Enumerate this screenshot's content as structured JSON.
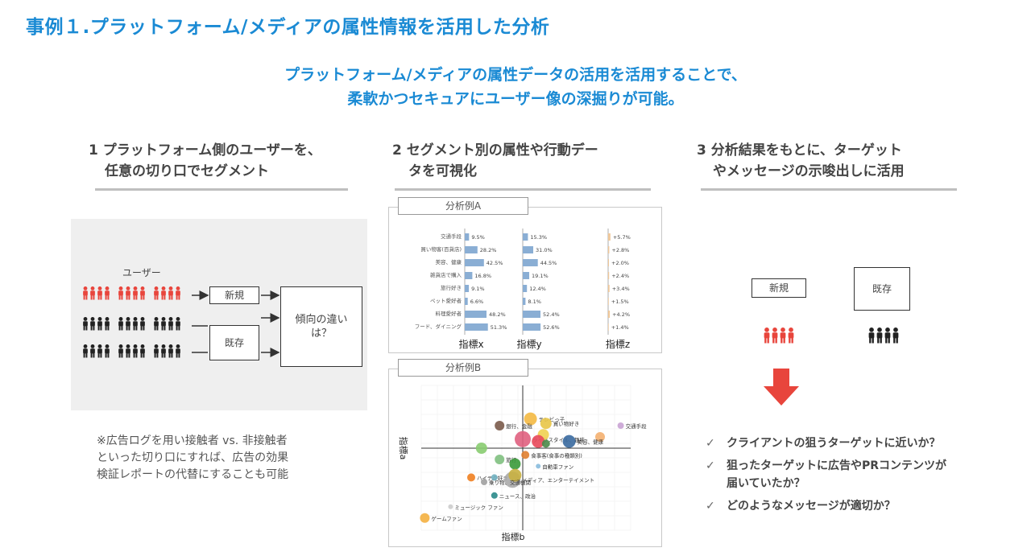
{
  "title": "事例１.プラットフォーム/メディアの属性情報を活用した分析",
  "subtitle_lines": [
    "プラットフォーム/メディアの属性データの活用を活用することで、",
    "柔軟かつセキュアにユーザー像の深掘りが可能。"
  ],
  "columns": [
    {
      "lines": [
        "1 プラットフォーム側のユーザーを、",
        "任意の切り口でセグメント"
      ]
    },
    {
      "lines": [
        "2 セグメント別の属性や行動デー",
        "タを可視化"
      ]
    },
    {
      "lines": [
        "3 分析結果をもとに、ターゲット",
        "やメッセージの示唆出しに活用"
      ]
    }
  ],
  "segment": {
    "user_label": "ユーザー",
    "new_label": "新規",
    "existing_label": "既存",
    "result_label": "傾向の違い\nは？",
    "note": [
      "※広告ログを用い接触者 vs. 非接触者",
      "といった切り口にすれば、広告の効果",
      "検証レポートの代替にすることも可能"
    ],
    "colors": {
      "new": "#e8453c",
      "existing": "#222222"
    }
  },
  "analysis_a": {
    "tag": "分析例A",
    "chart_data": {
      "type": "bar",
      "categories": [
        "交通手段",
        "買い物客(百貨店)",
        "美容、健康",
        "雑貨店で購入",
        "旅行好き",
        "ペット愛好者",
        "料理愛好者",
        "フード、ダイニング"
      ],
      "series": [
        {
          "name": "指標x",
          "values": [
            9.5,
            28.2,
            42.5,
            16.8,
            9.1,
            6.6,
            48.2,
            51.3
          ],
          "labels": [
            "9.5%",
            "28.2%",
            "42.5%",
            "16.8%",
            "9.1%",
            "6.6%",
            "48.2%",
            "51.3%"
          ],
          "color": "#8aaed4"
        },
        {
          "name": "指標y",
          "values": [
            15.3,
            31.0,
            44.5,
            19.1,
            12.4,
            8.1,
            52.4,
            52.6
          ],
          "labels": [
            "15.3%",
            "31.0%",
            "44.5%",
            "19.1%",
            "12.4%",
            "8.1%",
            "52.4%",
            "52.6%"
          ],
          "color": "#8aaed4"
        },
        {
          "name": "指標z",
          "values": [
            5.7,
            2.8,
            2.0,
            2.4,
            3.4,
            1.5,
            4.2,
            1.4
          ],
          "labels": [
            "+5.7%",
            "+2.8%",
            "+2.0%",
            "+2.4%",
            "+3.4%",
            "+1.5%",
            "+4.2%",
            "+1.4%"
          ],
          "color": "#f0c89a"
        }
      ]
    }
  },
  "analysis_b": {
    "tag": "分析例B",
    "chart_data": {
      "type": "scatter",
      "xlabel": "指標b",
      "ylabel": "指標a",
      "grid": true,
      "points": [
        {
          "label": "テレビっ子",
          "x": 0.3,
          "y": 1.3,
          "size": 8,
          "color": "#f4b942"
        },
        {
          "label": "買い物好き",
          "x": 0.9,
          "y": 1.1,
          "size": 7,
          "color": "#e8c547"
        },
        {
          "label": "銀行、金融",
          "x": -0.9,
          "y": 1.0,
          "size": 6,
          "color": "#7a5a4a"
        },
        {
          "label": "交通手段",
          "x": 3.8,
          "y": 1.0,
          "size": 4,
          "color": "#c9a3d4"
        },
        {
          "label": "ライフスタイル、趣味",
          "x": 0.0,
          "y": 0.4,
          "size": 10,
          "color": "#e06080"
        },
        {
          "label": "",
          "x": 0.8,
          "y": 0.6,
          "size": 7,
          "color": "#f0d050"
        },
        {
          "label": "",
          "x": 3.0,
          "y": 0.5,
          "size": 6,
          "color": "#f4b070"
        },
        {
          "label": "美容、健康",
          "x": 1.8,
          "y": 0.3,
          "size": 8,
          "color": "#3a6aa0"
        },
        {
          "label": "",
          "x": 0.6,
          "y": 0.3,
          "size": 8,
          "color": "#e8485a"
        },
        {
          "label": "",
          "x": 0.9,
          "y": 0.2,
          "size": 5,
          "color": "#4a8a4a"
        },
        {
          "label": "",
          "x": -1.6,
          "y": 0.0,
          "size": 7,
          "color": "#88cc70"
        },
        {
          "label": "食事客(食事の種類別)",
          "x": 0.1,
          "y": -0.3,
          "size": 5,
          "color": "#e08030"
        },
        {
          "label": "旅行",
          "x": -0.9,
          "y": -0.5,
          "size": 6,
          "color": "#80c080"
        },
        {
          "label": "",
          "x": -0.3,
          "y": -0.7,
          "size": 7,
          "color": "#3a9a3a"
        },
        {
          "label": "自動車ファン",
          "x": 0.6,
          "y": -0.8,
          "size": 3,
          "color": "#88bbdd"
        },
        {
          "label": "ハイテク好き",
          "x": -2.0,
          "y": -1.3,
          "size": 5,
          "color": "#f08020"
        },
        {
          "label": "",
          "x": -1.1,
          "y": -1.3,
          "size": 4,
          "color": "#70b0c0"
        },
        {
          "label": "メディア、エンターテイメント",
          "x": -0.4,
          "y": -1.4,
          "size": 10,
          "color": "#aaaaaa"
        },
        {
          "label": "",
          "x": -0.3,
          "y": -1.2,
          "size": 8,
          "color": "#c8b040"
        },
        {
          "label": "乗り物、交通機関",
          "x": -1.5,
          "y": -1.5,
          "size": 4,
          "color": "#a0a0a0"
        },
        {
          "label": "ニュース、政治",
          "x": -1.1,
          "y": -2.1,
          "size": 4,
          "color": "#2a8a8a"
        },
        {
          "label": "ミュージック ファン",
          "x": -2.8,
          "y": -2.6,
          "size": 3,
          "color": "#cccccc"
        },
        {
          "label": "ゲームファン",
          "x": -3.8,
          "y": -3.1,
          "size": 6,
          "color": "#f4b040"
        }
      ]
    }
  },
  "result": {
    "new_label": "新規",
    "existing_label": "既存",
    "checks": [
      [
        "クライアントの狙うターゲットに近いか？"
      ],
      [
        "狙ったターゲットに広告やPRコンテンツが",
        "届いていたか？"
      ],
      [
        "どのようなメッセージが適切か？"
      ]
    ],
    "check_mark": "✓",
    "arrow_color": "#e8453c"
  }
}
